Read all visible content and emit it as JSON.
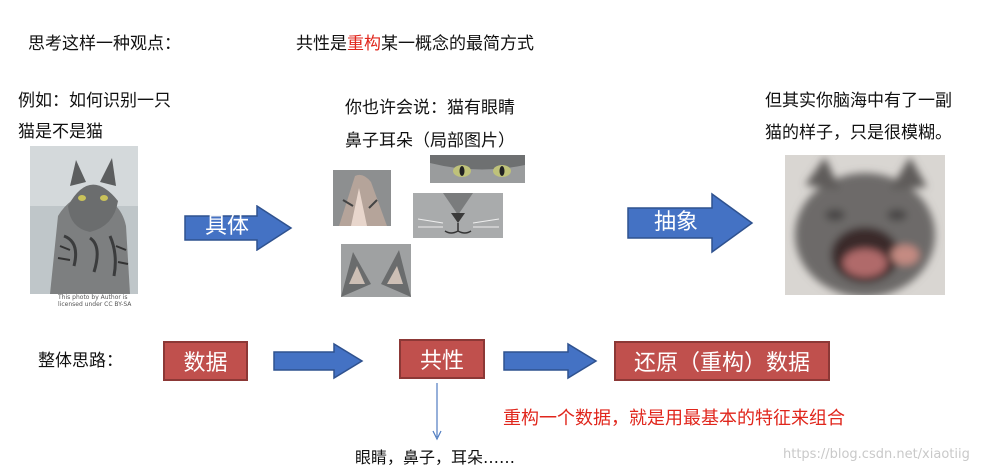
{
  "header": {
    "left_text": "思考这样一种观点：",
    "right_prefix": "共性是",
    "right_highlight": "重构",
    "right_suffix": "某一概念的最简方式"
  },
  "example": {
    "line1": "例如：如何识别一只",
    "line2": "猫是不是猫",
    "credit_line1": "This photo by Author is",
    "credit_line2": "licensed under CC BY-SA"
  },
  "middle": {
    "line1": "你也许会说：猫有眼睛",
    "line2": "鼻子耳朵（局部图片）"
  },
  "right": {
    "line1": "但其实你脑海中有了一副",
    "line2": "猫的样子，只是很模糊。"
  },
  "arrows": {
    "concrete": "具体",
    "abstract": "抽象"
  },
  "flow": {
    "label": "整体思路：",
    "box_data": "数据",
    "box_common": "共性",
    "box_restore": "还原（重构）数据",
    "features": "眼睛，鼻子，耳朵……",
    "note": "重构一个数据，就是用最基本的特征来组合"
  },
  "watermark": "https://blog.csdn.net/xiaotiig",
  "colors": {
    "accent_red": "#e0261c",
    "box_red": "#c0504d",
    "arrow_blue": "#4472c4"
  }
}
